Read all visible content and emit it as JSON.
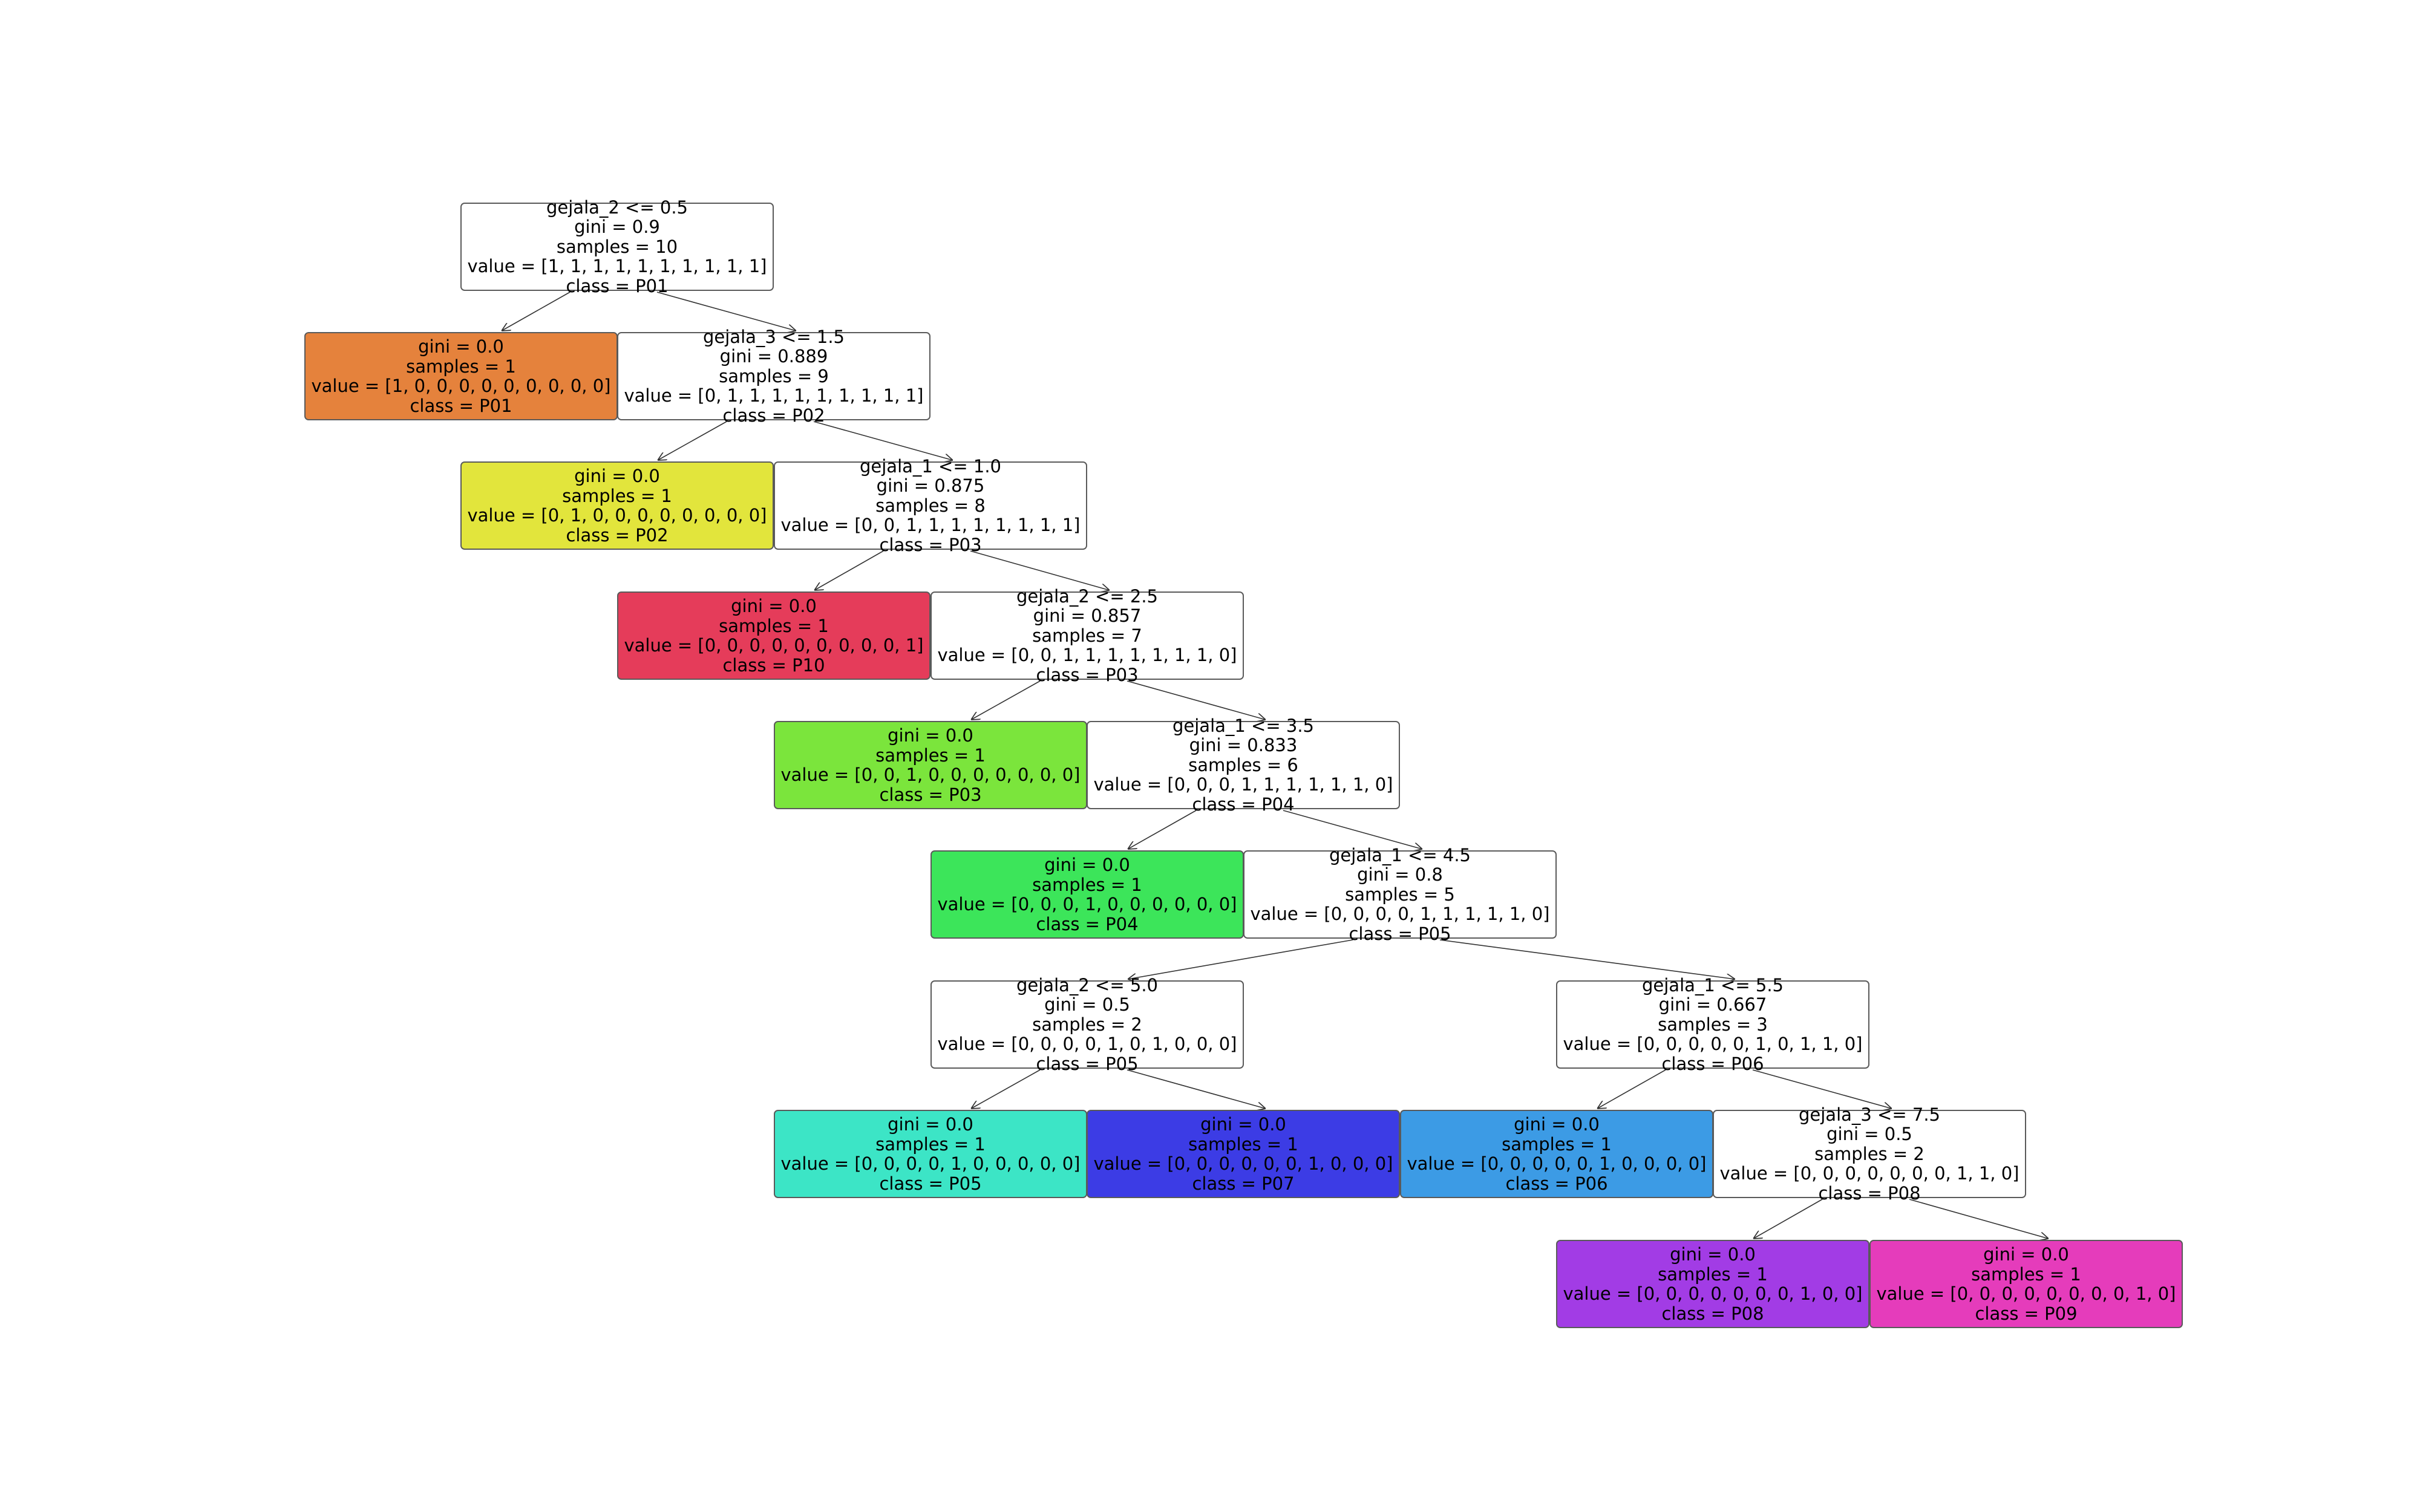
{
  "tree": {
    "nodes": [
      {
        "id": "n0",
        "lines": [
          "gejala_2 <= 0.5",
          "gini = 0.9",
          "samples = 10",
          "value = [1, 1, 1, 1, 1, 1, 1, 1, 1, 1]",
          "class = P01"
        ],
        "leaf": false,
        "fill": "#ffffff"
      },
      {
        "id": "n1",
        "lines": [
          "gini = 0.0",
          "samples = 1",
          "value = [1, 0, 0, 0, 0, 0, 0, 0, 0, 0]",
          "class = P01"
        ],
        "leaf": true,
        "fill": "#e5823c"
      },
      {
        "id": "n2",
        "lines": [
          "gejala_3 <= 1.5",
          "gini = 0.889",
          "samples = 9",
          "value = [0, 1, 1, 1, 1, 1, 1, 1, 1, 1]",
          "class = P02"
        ],
        "leaf": false,
        "fill": "#ffffff"
      },
      {
        "id": "n3",
        "lines": [
          "gini = 0.0",
          "samples = 1",
          "value = [0, 1, 0, 0, 0, 0, 0, 0, 0, 0]",
          "class = P02"
        ],
        "leaf": true,
        "fill": "#e2e53c"
      },
      {
        "id": "n4",
        "lines": [
          "gejala_1 <= 1.0",
          "gini = 0.875",
          "samples = 8",
          "value = [0, 0, 1, 1, 1, 1, 1, 1, 1, 1]",
          "class = P03"
        ],
        "leaf": false,
        "fill": "#ffffff"
      },
      {
        "id": "n5",
        "lines": [
          "gini = 0.0",
          "samples = 1",
          "value = [0, 0, 0, 0, 0, 0, 0, 0, 0, 1]",
          "class = P10"
        ],
        "leaf": true,
        "fill": "#e53c5a"
      },
      {
        "id": "n6",
        "lines": [
          "gejala_2 <= 2.5",
          "gini = 0.857",
          "samples = 7",
          "value = [0, 0, 1, 1, 1, 1, 1, 1, 1, 0]",
          "class = P03"
        ],
        "leaf": false,
        "fill": "#ffffff"
      },
      {
        "id": "n7",
        "lines": [
          "gini = 0.0",
          "samples = 1",
          "value = [0, 0, 1, 0, 0, 0, 0, 0, 0, 0]",
          "class = P03"
        ],
        "leaf": true,
        "fill": "#7be53c"
      },
      {
        "id": "n8",
        "lines": [
          "gejala_1 <= 3.5",
          "gini = 0.833",
          "samples = 6",
          "value = [0, 0, 0, 1, 1, 1, 1, 1, 1, 0]",
          "class = P04"
        ],
        "leaf": false,
        "fill": "#ffffff"
      },
      {
        "id": "n9",
        "lines": [
          "gini = 0.0",
          "samples = 1",
          "value = [0, 0, 0, 1, 0, 0, 0, 0, 0, 0]",
          "class = P04"
        ],
        "leaf": true,
        "fill": "#3ce55a"
      },
      {
        "id": "n10",
        "lines": [
          "gejala_1 <= 4.5",
          "gini = 0.8",
          "samples = 5",
          "value = [0, 0, 0, 0, 1, 1, 1, 1, 1, 0]",
          "class = P05"
        ],
        "leaf": false,
        "fill": "#ffffff"
      },
      {
        "id": "n11",
        "lines": [
          "gejala_2 <= 5.0",
          "gini = 0.5",
          "samples = 2",
          "value = [0, 0, 0, 0, 1, 0, 1, 0, 0, 0]",
          "class = P05"
        ],
        "leaf": false,
        "fill": "#ffffff"
      },
      {
        "id": "n12",
        "lines": [
          "gejala_1 <= 5.5",
          "gini = 0.667",
          "samples = 3",
          "value = [0, 0, 0, 0, 0, 1, 0, 1, 1, 0]",
          "class = P06"
        ],
        "leaf": false,
        "fill": "#ffffff"
      },
      {
        "id": "n13",
        "lines": [
          "gini = 0.0",
          "samples = 1",
          "value = [0, 0, 0, 0, 1, 0, 0, 0, 0, 0]",
          "class = P05"
        ],
        "leaf": true,
        "fill": "#3ce5c6"
      },
      {
        "id": "n14",
        "lines": [
          "gini = 0.0",
          "samples = 1",
          "value = [0, 0, 0, 0, 0, 0, 1, 0, 0, 0]",
          "class = P07"
        ],
        "leaf": true,
        "fill": "#3c3ce5"
      },
      {
        "id": "n15",
        "lines": [
          "gini = 0.0",
          "samples = 1",
          "value = [0, 0, 0, 0, 0, 1, 0, 0, 0, 0]",
          "class = P06"
        ],
        "leaf": true,
        "fill": "#3c9be5"
      },
      {
        "id": "n16",
        "lines": [
          "gejala_3 <= 7.5",
          "gini = 0.5",
          "samples = 2",
          "value = [0, 0, 0, 0, 0, 0, 0, 1, 1, 0]",
          "class = P08"
        ],
        "leaf": false,
        "fill": "#ffffff"
      },
      {
        "id": "n17",
        "lines": [
          "gini = 0.0",
          "samples = 1",
          "value = [0, 0, 0, 0, 0, 0, 0, 1, 0, 0]",
          "class = P08"
        ],
        "leaf": true,
        "fill": "#a23ce5"
      },
      {
        "id": "n18",
        "lines": [
          "gini = 0.0",
          "samples = 1",
          "value = [0, 0, 0, 0, 0, 0, 0, 0, 1, 0]",
          "class = P09"
        ],
        "leaf": true,
        "fill": "#e53cbb"
      }
    ],
    "edges": [
      [
        "n0",
        "n1"
      ],
      [
        "n0",
        "n2"
      ],
      [
        "n2",
        "n3"
      ],
      [
        "n2",
        "n4"
      ],
      [
        "n4",
        "n5"
      ],
      [
        "n4",
        "n6"
      ],
      [
        "n6",
        "n7"
      ],
      [
        "n6",
        "n8"
      ],
      [
        "n8",
        "n9"
      ],
      [
        "n8",
        "n10"
      ],
      [
        "n10",
        "n11"
      ],
      [
        "n10",
        "n12"
      ],
      [
        "n11",
        "n13"
      ],
      [
        "n11",
        "n14"
      ],
      [
        "n12",
        "n15"
      ],
      [
        "n12",
        "n16"
      ],
      [
        "n16",
        "n17"
      ],
      [
        "n16",
        "n18"
      ]
    ],
    "edge_color": "#333333"
  }
}
